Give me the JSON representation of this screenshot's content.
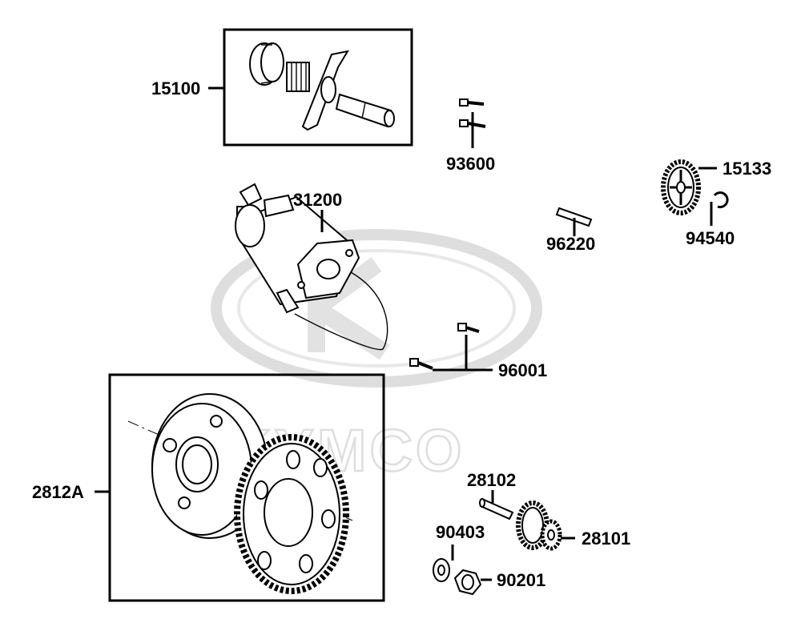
{
  "watermark": {
    "brand": "KYMCO"
  },
  "labels": {
    "p15100": "15100",
    "p93600": "93600",
    "p15133": "15133",
    "p31200": "31200",
    "p96220": "96220",
    "p94540": "94540",
    "p96001": "96001",
    "p2812A": "2812A",
    "p28102": "28102",
    "p90403": "90403",
    "p28101": "28101",
    "p90201": "90201"
  }
}
